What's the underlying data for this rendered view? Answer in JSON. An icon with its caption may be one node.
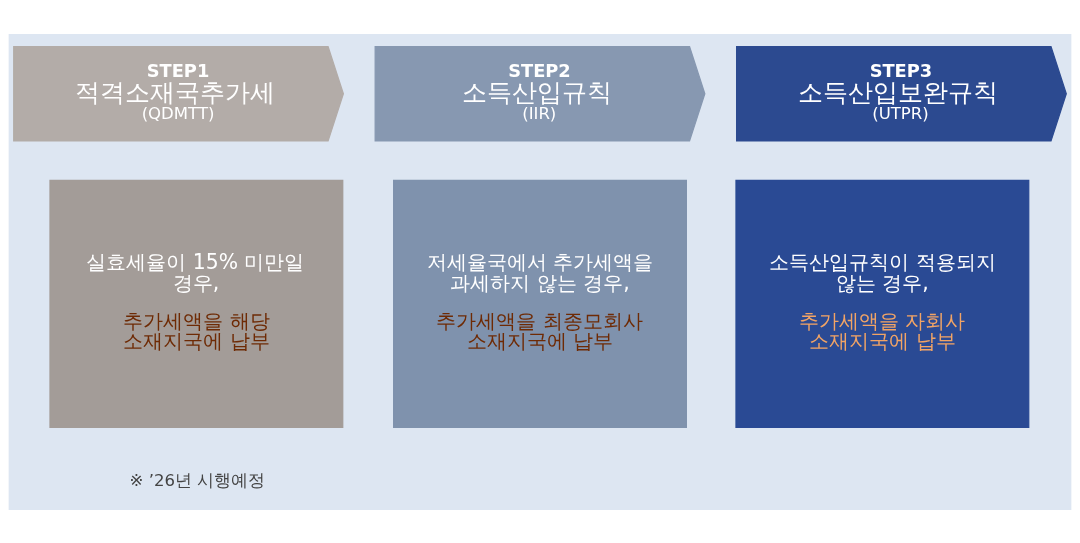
{
  "diagram": {
    "nodes": [
      {
        "text": [
          "STEP1",
          "적격소재국추가세",
          "(QDMTT)"
        ]
      },
      {
        "text": [
          "STEP2",
          "소득산입규칙",
          "(IIR)"
        ]
      },
      {
        "text": [
          "STEP3",
          "소득산입보완규칙",
          "(UTPR)"
        ]
      },
      {
        "text": [
          "실효세율이 15% 미만일 경우,",
          "추가세액을 해당 소재지국에 납부"
        ]
      },
      {
        "text": [
          "저세율국에서 추가세액을 과세하지 않는 경우,",
          "추가세액을 최종모회사 소재지국에 납부"
        ]
      },
      {
        "text": [
          "소득산입규칙이 적용되지 않는 경우,",
          "추가세액을 자회사 소재지국에 납부"
        ]
      }
    ],
    "edges": [],
    "labels": [
      "※ ’26년 시행예정"
    ]
  }
}
